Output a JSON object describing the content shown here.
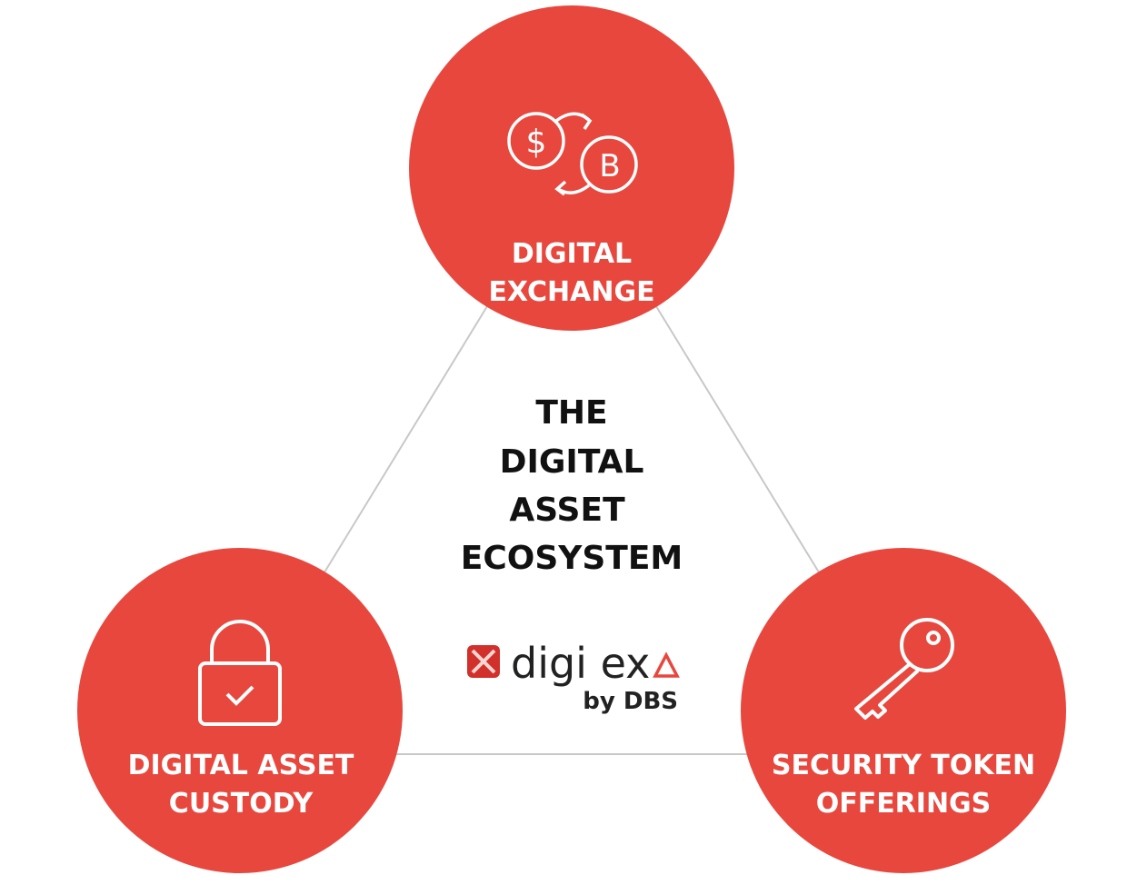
{
  "colors": {
    "accent": "#e8473e",
    "line": "#c8c8c8",
    "text": "#111111"
  },
  "center_title": [
    "THE",
    "DIGITAL",
    "ASSET",
    "ECOSYSTEM"
  ],
  "nodes": [
    {
      "icon": "currency-exchange-icon",
      "label": [
        "DIGITAL",
        "EXCHANGE"
      ]
    },
    {
      "icon": "padlock-check-icon",
      "label": [
        "DIGITAL ASSET",
        "CUSTODY"
      ]
    },
    {
      "icon": "key-icon",
      "label": [
        "SECURITY TOKEN",
        "OFFERINGS"
      ]
    }
  ],
  "logo": {
    "name": "digi ex",
    "byline": "by DBS"
  }
}
